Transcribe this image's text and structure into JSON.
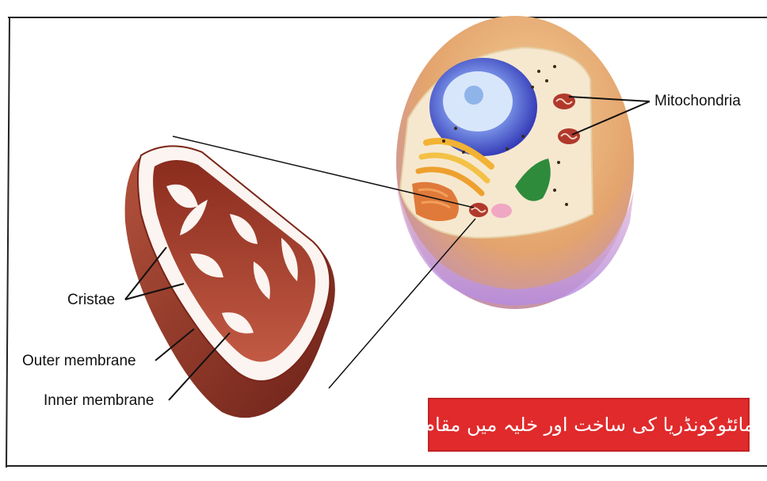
{
  "labels": {
    "mitochondria": "Mitochondria",
    "cristae": "Cristae",
    "outer_membrane": "Outer membrane",
    "inner_membrane": "Inner membrane"
  },
  "caption": "مائٹوکونڈریا کی ساخت اور خلیہ میں مقام",
  "colors": {
    "caption_bg": "#e02a2c",
    "mitochondrion_body": "#9c3a2a",
    "cell_body": "#e7b27a",
    "nucleus": "#3a3fbf"
  }
}
